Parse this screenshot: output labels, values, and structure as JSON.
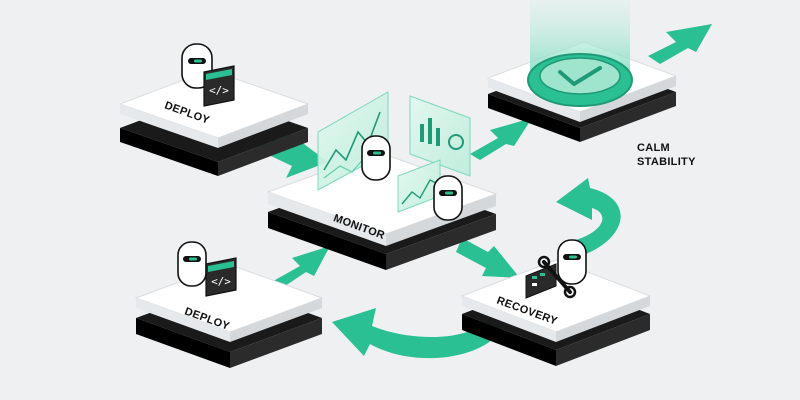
{
  "labels": {
    "deploy_top": "DEPLOY",
    "deploy_bottom": "DEPLOY",
    "monitor": "MONITOR",
    "recovery": "RECOVERY",
    "calm_line1": "CALM",
    "calm_line2": "STABILITY"
  },
  "colors": {
    "accent": "#2bbf94",
    "accent_dark": "#1f9a77",
    "tile_top": "#ffffff",
    "tile_side": "#1a1a1a",
    "background": "#eef0f1",
    "outline": "#111111"
  },
  "icons": {
    "deploy_top": [
      "robot-icon",
      "code-terminal-icon"
    ],
    "monitor": [
      "robot-icon",
      "dashboard-screen-icon",
      "chart-panel-icon"
    ],
    "recovery": [
      "robot-icon",
      "wrench-icon",
      "monitor-icon"
    ],
    "deploy_bottom": [
      "robot-icon",
      "code-terminal-icon"
    ],
    "calm_stability": [
      "checkmark-badge-icon"
    ]
  }
}
